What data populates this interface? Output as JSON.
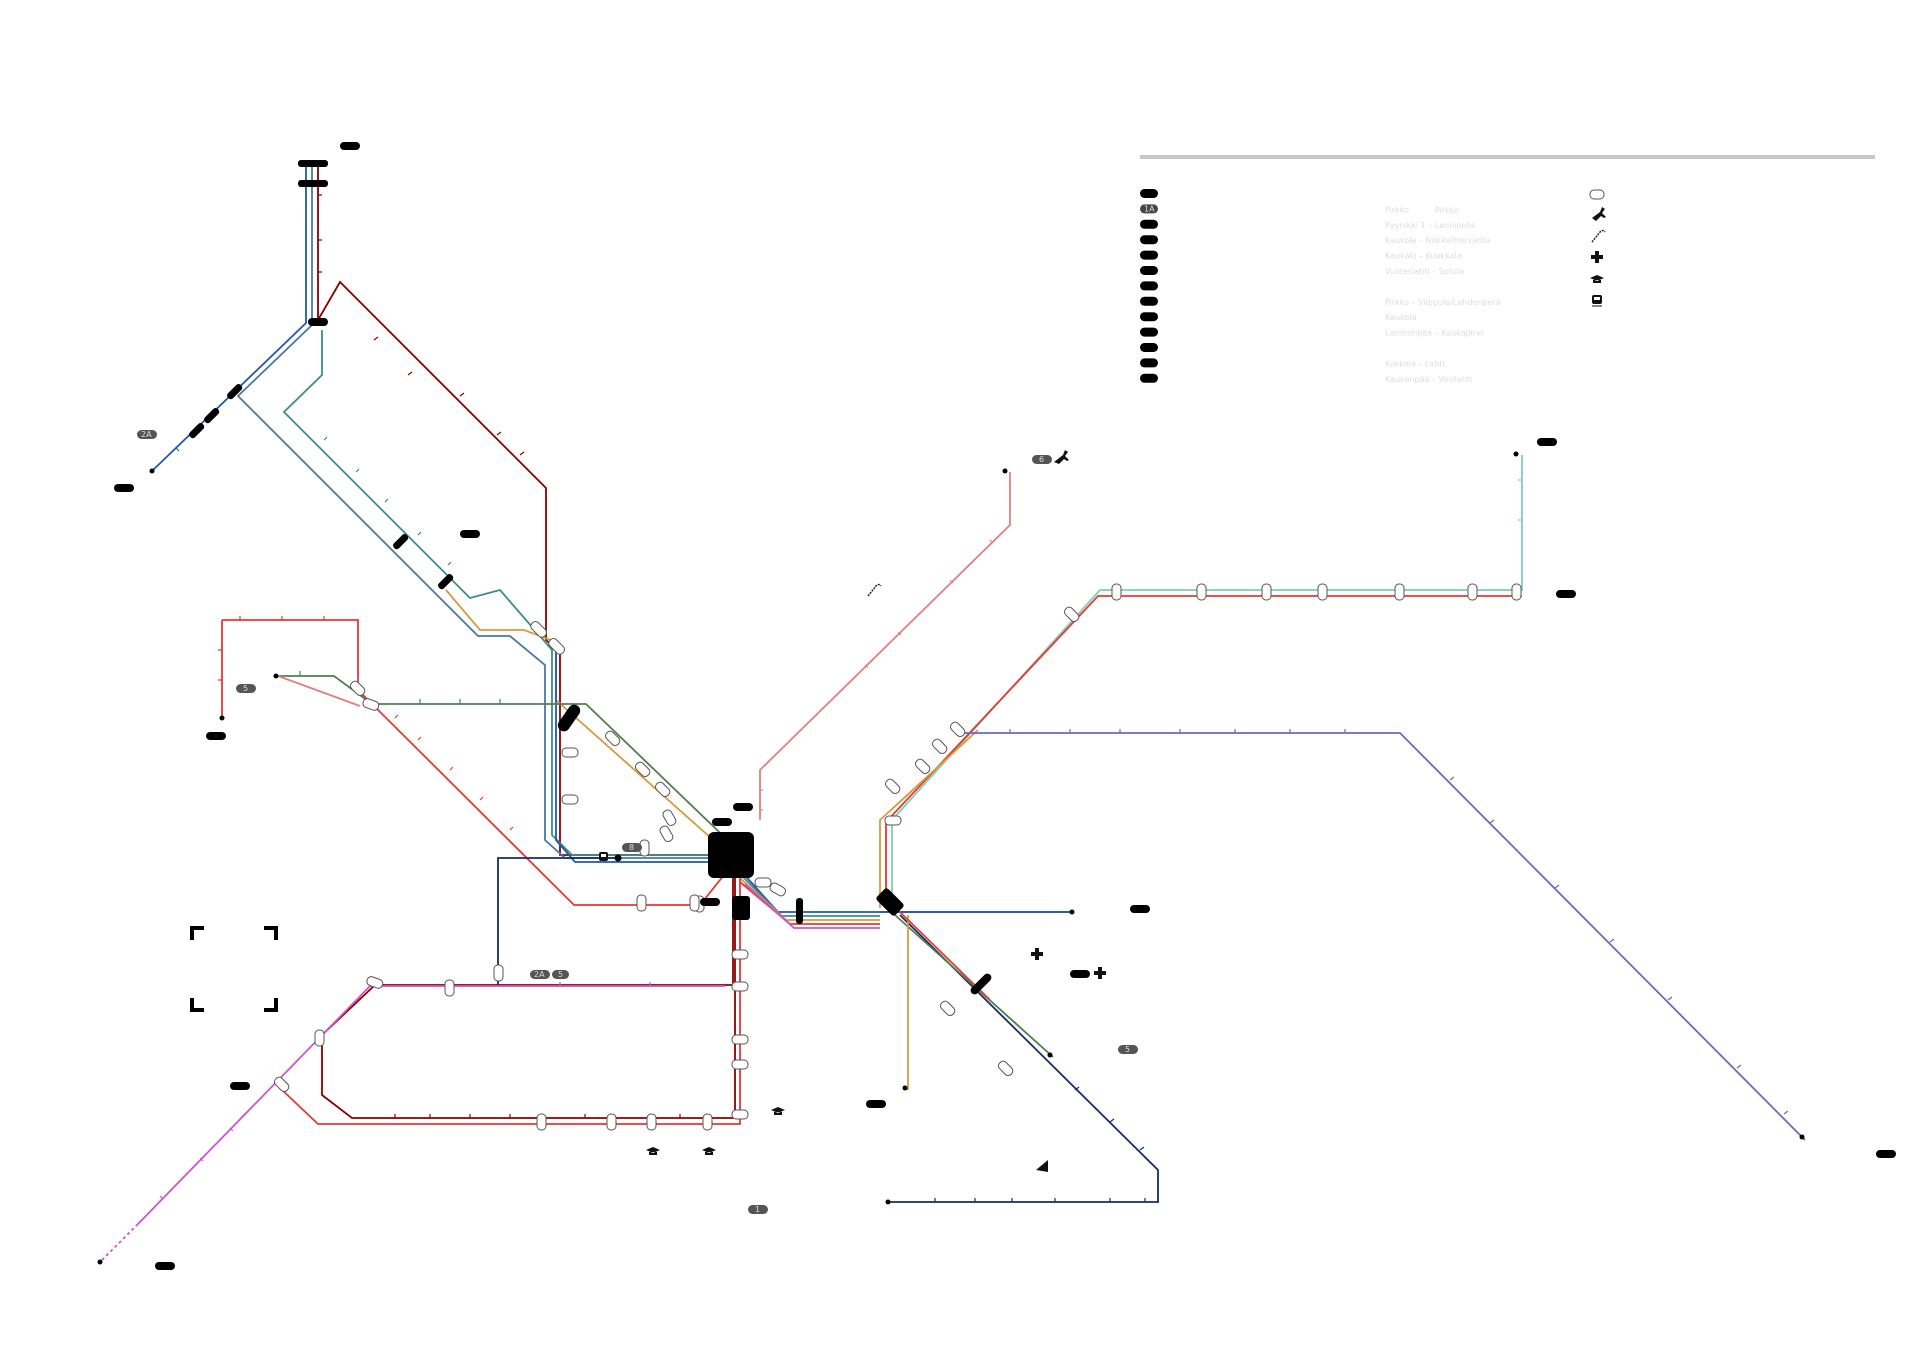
{
  "map": {
    "legend": {
      "title": "Pirkko",
      "rows": [
        {
          "badge": "",
          "text": ""
        },
        {
          "badge": "1A",
          "text": "Pirkko"
        },
        {
          "badge": "",
          "text": "Pyynikki 1 – Lennipolis"
        },
        {
          "badge": "",
          "text": "Kaukola – Nukke/Hervanta"
        },
        {
          "badge": "",
          "text": "Kaukalo – Kuokkala"
        },
        {
          "badge": "",
          "text": "Vuoreslahti – Sotula"
        },
        {
          "badge": "",
          "text": ""
        },
        {
          "badge": "",
          "text": "Pirkko – Vilppula/Lahdenperä"
        },
        {
          "badge": "",
          "text": "Kaukola"
        },
        {
          "badge": "",
          "text": "Lamminpää – Kaukajärvi"
        },
        {
          "badge": "",
          "text": ""
        },
        {
          "badge": "",
          "text": "Kokkola – Lahti"
        },
        {
          "badge": "",
          "text": "Kaukanpää – Vesilahti"
        }
      ],
      "symbols": [
        {
          "icon": "transfer-stop-icon"
        },
        {
          "icon": "airport-icon"
        },
        {
          "icon": "cane-icon"
        },
        {
          "icon": "hospital-icon"
        },
        {
          "icon": "university-icon"
        },
        {
          "icon": "train-station-icon"
        }
      ]
    },
    "badges": [
      {
        "id": "b2a-nw",
        "text": "2A"
      },
      {
        "id": "b5-w",
        "text": "5"
      },
      {
        "id": "b6-air",
        "text": "6"
      },
      {
        "id": "b2a-c",
        "text": "2A"
      },
      {
        "id": "b5-c",
        "text": "5"
      },
      {
        "id": "b8-c",
        "text": "8"
      },
      {
        "id": "b5-e",
        "text": "5"
      },
      {
        "id": "b1-c",
        "text": "1"
      }
    ],
    "lines": {
      "red": "#e53935",
      "darkred": "#8b0000",
      "blue": "#1e5aa8",
      "steel": "#4a78a0",
      "orange": "#d89a3c",
      "green": "#3c6e3c",
      "olive": "#4e7f4e",
      "pink": "#e08080",
      "magenta": "#cc55cc",
      "navy": "#1a2a6c",
      "lavender": "#6a6abf",
      "mint": "#7fd0b0",
      "teal": "#3c8c8c"
    }
  }
}
